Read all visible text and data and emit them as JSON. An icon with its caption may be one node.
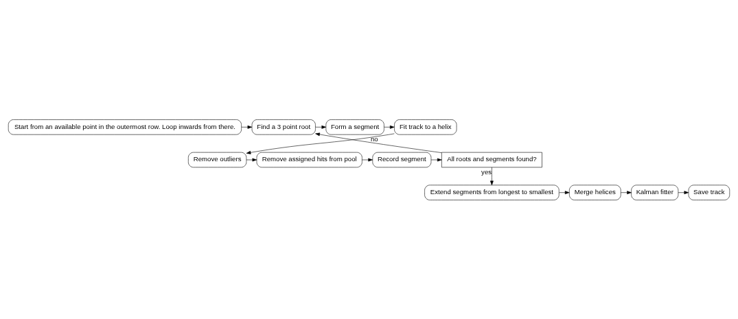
{
  "diagram": {
    "nodes": [
      {
        "text": [
          "Start from an available point in the outermost row. Loop inwards from there."
        ]
      },
      {
        "text": [
          "Find a 3 point root"
        ]
      },
      {
        "text": [
          "Form a segment"
        ]
      },
      {
        "text": [
          "Fit track to a helix"
        ]
      },
      {
        "text": [
          "Remove outliers"
        ]
      },
      {
        "text": [
          "Remove assigned hits from pool"
        ]
      },
      {
        "text": [
          "Record segment"
        ]
      },
      {
        "text": [
          "All roots and segments found?"
        ]
      },
      {
        "text": [
          "Extend segments from longest to smallest"
        ]
      },
      {
        "text": [
          "Merge helices"
        ]
      },
      {
        "text": [
          "Kalman fitter"
        ]
      },
      {
        "text": [
          "Save track"
        ]
      }
    ],
    "edges": [
      {
        "from": 0,
        "to": 1,
        "arrow": "to"
      },
      {
        "from": 1,
        "to": 2,
        "arrow": "to"
      },
      {
        "from": 2,
        "to": 3,
        "arrow": "to"
      },
      {
        "from": 3,
        "to": 4,
        "arrow": "to"
      },
      {
        "from": 4,
        "to": 5,
        "arrow": "to"
      },
      {
        "from": 5,
        "to": 6,
        "arrow": "to"
      },
      {
        "from": 6,
        "to": 7,
        "arrow": "to"
      },
      {
        "from": 7,
        "to": 1,
        "arrow": "to",
        "label": "no"
      },
      {
        "from": 7,
        "to": 8,
        "arrow": "to",
        "label": "yes"
      },
      {
        "from": 8,
        "to": 9,
        "arrow": "to"
      },
      {
        "from": 9,
        "to": 10,
        "arrow": "to"
      },
      {
        "from": 10,
        "to": 11,
        "arrow": "to"
      }
    ]
  }
}
